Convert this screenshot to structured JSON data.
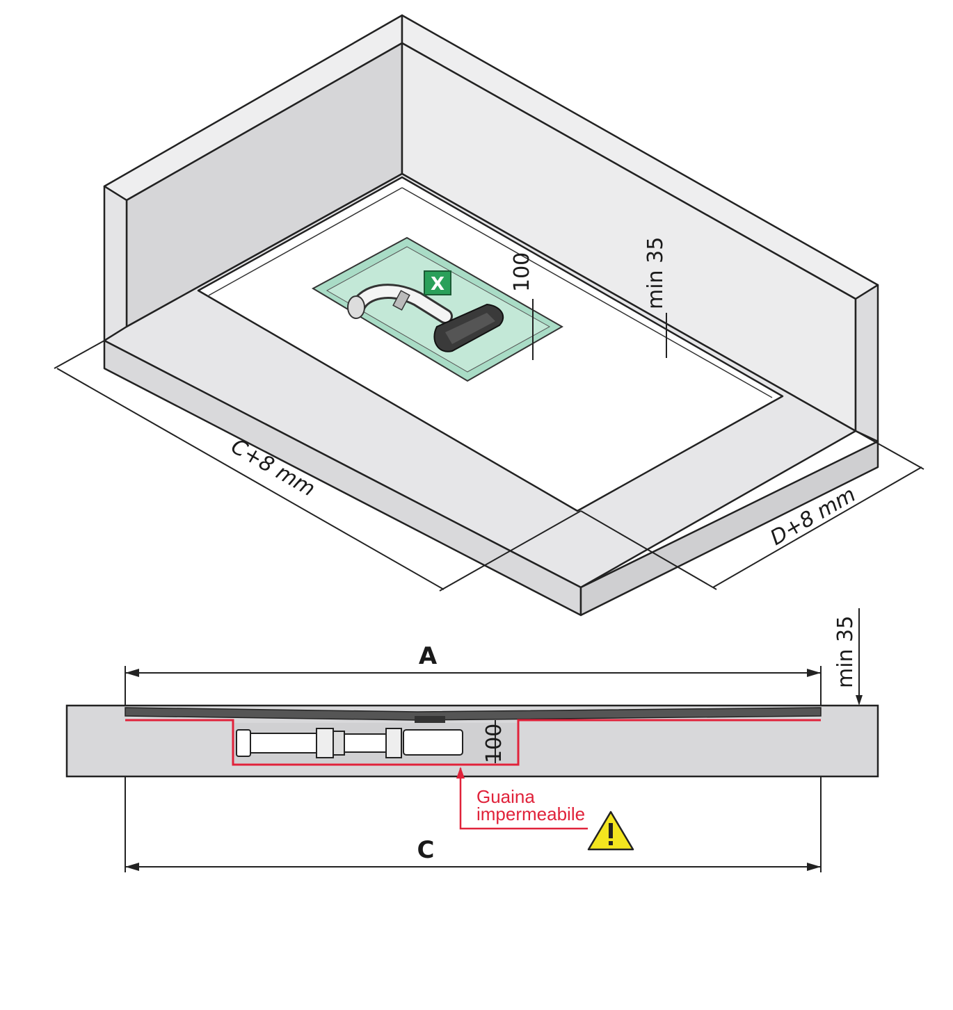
{
  "top_view": {
    "label_c_plus": "C+8 mm",
    "label_d_plus": "D+8 mm",
    "label_depth": "100",
    "label_min": "min 35",
    "marker_symbol": "X",
    "colors": {
      "drain_area": "#a9dcc6",
      "marker": "#2aa05a",
      "wall_face": "#dcdcde",
      "wall_top": "#eeeeef",
      "floor": "#ffffff"
    }
  },
  "section_view": {
    "label_a": "A",
    "label_c": "C",
    "label_min": "min 35",
    "label_depth": "100",
    "note_line1": "Guaina",
    "note_line2": "impermeabile",
    "warning_icon": "warning-triangle-icon",
    "colors": {
      "membrane": "#e0223a",
      "warning": "#f3e51f",
      "body": "#d8d8da"
    }
  }
}
